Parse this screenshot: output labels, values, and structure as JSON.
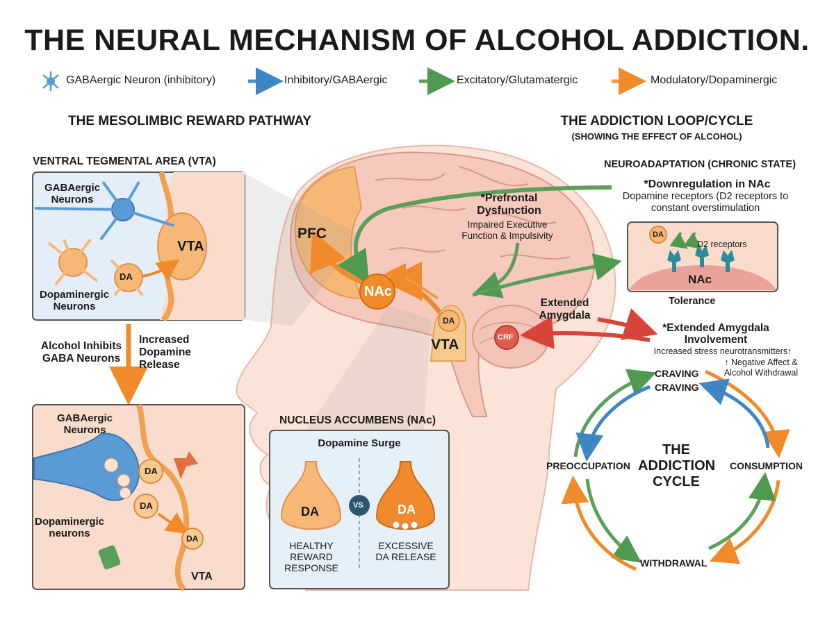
{
  "title": "THE NEURAL MECHANISM OF ALCOHOL ADDICTION.",
  "legend": [
    {
      "label": "GABAergic Neuron (inhibitory)",
      "icon": "gaba-neuron-icon",
      "color": "#4a8fc9"
    },
    {
      "label": "Inhibitory/GABAergic",
      "icon": "blue-arrow-icon",
      "color": "#4a8fc9"
    },
    {
      "label": "Excitatory/Glutamatergic",
      "icon": "green-arrow-icon",
      "color": "#5aa05a"
    },
    {
      "label": "Modulatory/Dopaminergic",
      "icon": "orange-arrow-icon",
      "color": "#f39a3a"
    }
  ],
  "mesolimbic": {
    "heading": "THE MESOLIMBIC REWARD PATHWAY",
    "vta_box_title": "VENTRAL TEGMENTAL AREA (VTA)",
    "gaba_label": "GABAergic Neurons",
    "dopa_label": "Dopaminergic Neurons",
    "vta_label": "VTA",
    "da_label": "DA",
    "alcohol_inhibits": "Alcohol Inhibits GABA Neurons",
    "increased_da": "Increased Dopamine Release",
    "box2_gaba": "GABAergic Neurons",
    "box2_dopa": "Dopaminergic neurons",
    "box2_vta": "VTA"
  },
  "brain": {
    "pfc": "PFC",
    "nac": "NAc",
    "vta": "VTA",
    "da": "DA",
    "crf": "CRF",
    "prefrontal_title": "*Prefrontal Dysfunction",
    "prefrontal_desc": "Impaired Executive Function & Impulsivity",
    "ext_amygdala": "Extended Amygdala"
  },
  "nucleus": {
    "heading": "NUCLEUS ACCUMBENS (NAc)",
    "surge": "Dopamine Surge",
    "da": "DA",
    "vs": "VS",
    "healthy": "HEALTHY REWARD RESPONSE",
    "excessive": "EXCESSIVE DA RELEASE"
  },
  "loop": {
    "heading": "THE ADDICTION LOOP/CYCLE",
    "subheading": "(SHOWING THE EFFECT OF ALCOHOL)",
    "neuro_heading": "NEUROADAPTATION (CHRONIC STATE)",
    "downreg_title": "*Downregulation in NAc",
    "downreg_desc": "Dopamine receptors (D2 receptors to constant overstimulation",
    "d2": "D2 receptors",
    "da": "DA",
    "nac": "NAc",
    "tolerance": "Tolerance",
    "ext_title": "*Extended Amygdala Involvement",
    "ext_desc": "Increased stress neurotransmitters↑",
    "neg_affect": "↑ Negative Affect & Alcohol Withdrawal",
    "craving1": "CRAVING",
    "craving2": "CRAVING",
    "preoccupation": "PREOCCUPATION",
    "consumption": "CONSUMPTION",
    "withdrawal": "WITHDRAWAL",
    "cycle_center": "THE ADDICTION CYCLE"
  }
}
